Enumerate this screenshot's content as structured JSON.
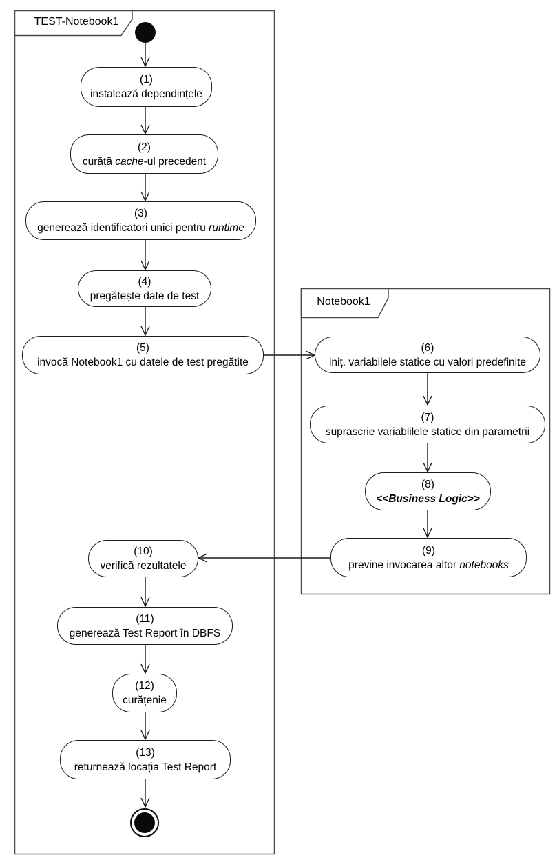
{
  "diagram": {
    "type": "uml-activity-diagram",
    "background_color": "#ffffff",
    "node_stroke_color": "#1c1c1c",
    "frame_stroke_color": "#4a4a4a",
    "text_color": "#000000"
  },
  "frames": [
    {
      "label": "TEST-Notebook1"
    },
    {
      "label": "Notebook1"
    }
  ],
  "markers": {
    "start": "initial-node",
    "end": "final-node"
  },
  "nodes": [
    {
      "num": "(1)",
      "pre": "instalează dependințele",
      "it": "",
      "post": ""
    },
    {
      "num": "(2)",
      "pre": "curăță ",
      "it": "cache",
      "post": "-ul precedent"
    },
    {
      "num": "(3)",
      "pre": "generează identificatori unici pentru ",
      "it": "runtime",
      "post": ""
    },
    {
      "num": "(4)",
      "pre": "pregătește date de test",
      "it": "",
      "post": ""
    },
    {
      "num": "(5)",
      "pre": "invocă Notebook1 cu datele de test pregătite",
      "it": "",
      "post": ""
    },
    {
      "num": "(6)",
      "pre": "iniț. variabilele statice cu valori predefinite",
      "it": "",
      "post": ""
    },
    {
      "num": "(7)",
      "pre": "suprascrie variablilele statice din parametrii",
      "it": "",
      "post": ""
    },
    {
      "num": "(8)",
      "pre": "",
      "it": "<<Business Logic>>",
      "post": ""
    },
    {
      "num": "(9)",
      "pre": "previne invocarea altor ",
      "it": "notebooks",
      "post": ""
    },
    {
      "num": "(10)",
      "pre": "verifică rezultatele",
      "it": "",
      "post": ""
    },
    {
      "num": "(11)",
      "pre": "generează Test Report în DBFS",
      "it": "",
      "post": ""
    },
    {
      "num": "(12)",
      "pre": "curățenie",
      "it": "",
      "post": ""
    },
    {
      "num": "(13)",
      "pre": "returnează locația Test Report",
      "it": "",
      "post": ""
    }
  ]
}
